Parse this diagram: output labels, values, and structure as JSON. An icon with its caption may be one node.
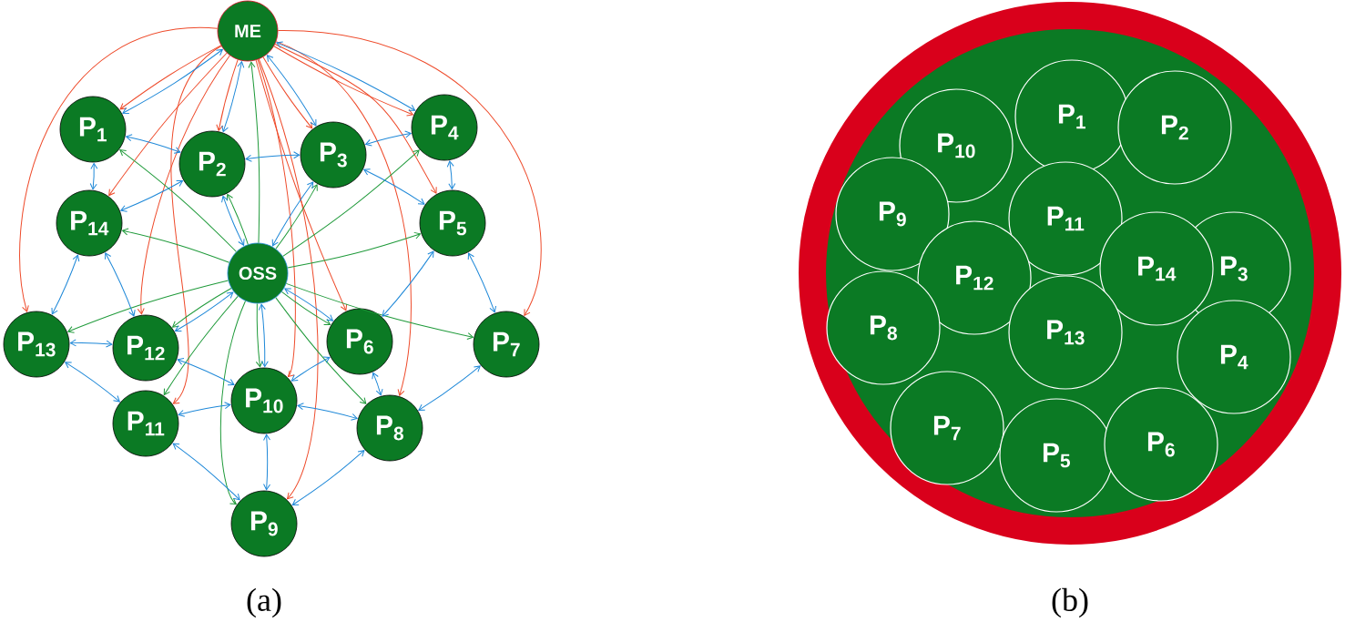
{
  "diagram": {
    "nodes": [
      {
        "text": [
          "ME"
        ]
      },
      {
        "text": [
          "P$_{1}$"
        ]
      },
      {
        "text": [
          "P$_{2}$"
        ]
      },
      {
        "text": [
          "P$_{3}$"
        ]
      },
      {
        "text": [
          "P$_{4}$"
        ]
      },
      {
        "text": [
          "P$_{14}$"
        ]
      },
      {
        "text": [
          "P$_{5}$"
        ]
      },
      {
        "text": [
          "OSS"
        ]
      },
      {
        "text": [
          "P$_{13}$"
        ]
      },
      {
        "text": [
          "P$_{12}$"
        ]
      },
      {
        "text": [
          "P$_{6}$"
        ]
      },
      {
        "text": [
          "P$_{7}$"
        ]
      },
      {
        "text": [
          "P$_{11}$"
        ]
      },
      {
        "text": [
          "P$_{10}$"
        ]
      },
      {
        "text": [
          "P$_{8}$"
        ]
      },
      {
        "text": [
          "P$_{9}$"
        ]
      },
      {
        "text": [],
        "shape": "circle"
      },
      {
        "text": [
          "P$_{1}$"
        ],
        "in": 16
      },
      {
        "text": [
          "P$_{10}$"
        ],
        "in": 16
      },
      {
        "text": [
          "P$_{2}$"
        ],
        "in": 16
      },
      {
        "text": [
          "P$_{9}$"
        ],
        "in": 16
      },
      {
        "text": [
          "P$_{11}$"
        ],
        "in": 16
      },
      {
        "text": [
          "P$_{3}$"
        ],
        "in": 16
      },
      {
        "text": [
          "P$_{12}$"
        ],
        "in": 16
      },
      {
        "text": [
          "P$_{14}$"
        ],
        "in": 16
      },
      {
        "text": [
          "P$_{8}$"
        ],
        "in": 16
      },
      {
        "text": [
          "P$_{13}$"
        ],
        "in": 16
      },
      {
        "text": [
          "P$_{4}$"
        ],
        "in": 16
      },
      {
        "text": [
          "P$_{7}$"
        ],
        "in": 16
      },
      {
        "text": [
          "P$_{5}$"
        ],
        "in": 16
      },
      {
        "text": [
          "P$_{6}$"
        ],
        "in": 16
      }
    ],
    "edges": [
      {
        "from": 0,
        "to": 1,
        "arrow": "to",
        "color": "#ee4b2b"
      },
      {
        "from": 0,
        "to": 2,
        "arrow": "to",
        "color": "#ee4b2b"
      },
      {
        "from": 0,
        "to": 3,
        "arrow": "to",
        "color": "#ee4b2b"
      },
      {
        "from": 0,
        "to": 4,
        "arrow": "to",
        "color": "#ee4b2b"
      },
      {
        "from": 0,
        "to": 5,
        "arrow": "to",
        "color": "#ee4b2b"
      },
      {
        "from": 0,
        "to": 6,
        "arrow": "to",
        "color": "#ee4b2b"
      },
      {
        "from": 0,
        "to": 8,
        "arrow": "to",
        "color": "#ee4b2b"
      },
      {
        "from": 0,
        "to": 9,
        "arrow": "to",
        "color": "#ee4b2b"
      },
      {
        "from": 0,
        "to": 10,
        "arrow": "to",
        "color": "#ee4b2b"
      },
      {
        "from": 0,
        "to": 11,
        "arrow": "to",
        "color": "#ee4b2b"
      },
      {
        "from": 0,
        "to": 12,
        "arrow": "to",
        "color": "#ee4b2b"
      },
      {
        "from": 0,
        "to": 13,
        "arrow": "to",
        "color": "#ee4b2b"
      },
      {
        "from": 0,
        "to": 14,
        "arrow": "to",
        "color": "#ee4b2b"
      },
      {
        "from": 0,
        "to": 15,
        "arrow": "to",
        "color": "#ee4b2b"
      },
      {
        "from": 0,
        "to": 1,
        "arrow": "both"
      },
      {
        "from": 0,
        "to": 2,
        "arrow": "both"
      },
      {
        "from": 0,
        "to": 3,
        "arrow": "both"
      },
      {
        "from": 0,
        "to": 4,
        "arrow": "both"
      },
      {
        "from": 7,
        "to": 0,
        "arrow": "to",
        "color": "#1f9a3a"
      },
      {
        "from": 7,
        "to": 1,
        "arrow": "to",
        "color": "#1f9a3a"
      },
      {
        "from": 7,
        "to": 2,
        "arrow": "to",
        "color": "#1f9a3a"
      },
      {
        "from": 7,
        "to": 3,
        "arrow": "to",
        "color": "#1f9a3a"
      },
      {
        "from": 7,
        "to": 4,
        "arrow": "to",
        "color": "#1f9a3a"
      },
      {
        "from": 7,
        "to": 5,
        "arrow": "to",
        "color": "#1f9a3a"
      },
      {
        "from": 7,
        "to": 6,
        "arrow": "to",
        "color": "#1f9a3a"
      },
      {
        "from": 7,
        "to": 8,
        "arrow": "to",
        "color": "#1f9a3a"
      },
      {
        "from": 7,
        "to": 9,
        "arrow": "to",
        "color": "#1f9a3a"
      },
      {
        "from": 7,
        "to": 10,
        "arrow": "to",
        "color": "#1f9a3a"
      },
      {
        "from": 7,
        "to": 11,
        "arrow": "to",
        "color": "#1f9a3a"
      },
      {
        "from": 7,
        "to": 12,
        "arrow": "to",
        "color": "#1f9a3a"
      },
      {
        "from": 7,
        "to": 13,
        "arrow": "to",
        "color": "#1f9a3a"
      },
      {
        "from": 7,
        "to": 14,
        "arrow": "to",
        "color": "#1f9a3a"
      },
      {
        "from": 7,
        "to": 15,
        "arrow": "to",
        "color": "#1f9a3a"
      },
      {
        "from": 7,
        "to": 2,
        "arrow": "both"
      },
      {
        "from": 7,
        "to": 3,
        "arrow": "both"
      },
      {
        "from": 7,
        "to": 9,
        "arrow": "both"
      },
      {
        "from": 7,
        "to": 10,
        "arrow": "both"
      },
      {
        "from": 7,
        "to": 13,
        "arrow": "both"
      },
      {
        "from": 1,
        "to": 2,
        "arrow": "both"
      },
      {
        "from": 1,
        "to": 5,
        "arrow": "both"
      },
      {
        "from": 2,
        "to": 5,
        "arrow": "both"
      },
      {
        "from": 2,
        "to": 3,
        "arrow": "both"
      },
      {
        "from": 3,
        "to": 4,
        "arrow": "both"
      },
      {
        "from": 3,
        "to": 6,
        "arrow": "both"
      },
      {
        "from": 4,
        "to": 6,
        "arrow": "both"
      },
      {
        "from": 6,
        "to": 10,
        "arrow": "both"
      },
      {
        "from": 6,
        "to": 11,
        "arrow": "both"
      },
      {
        "from": 5,
        "to": 8,
        "arrow": "both"
      },
      {
        "from": 5,
        "to": 9,
        "arrow": "both"
      },
      {
        "from": 8,
        "to": 9,
        "arrow": "both"
      },
      {
        "from": 8,
        "to": 12,
        "arrow": "both"
      },
      {
        "from": 9,
        "to": 13,
        "arrow": "both"
      },
      {
        "from": 12,
        "to": 13,
        "arrow": "both"
      },
      {
        "from": 12,
        "to": 15,
        "arrow": "both"
      },
      {
        "from": 13,
        "to": 10,
        "arrow": "both"
      },
      {
        "from": 13,
        "to": 14,
        "arrow": "both"
      },
      {
        "from": 10,
        "to": 14,
        "arrow": "both"
      },
      {
        "from": 11,
        "to": 14,
        "arrow": "both"
      },
      {
        "from": 14,
        "to": 15,
        "arrow": "both"
      },
      {
        "from": 13,
        "to": 15,
        "arrow": "both"
      }
    ],
    "labels": [
      "(a)",
      "(b)"
    ]
  }
}
